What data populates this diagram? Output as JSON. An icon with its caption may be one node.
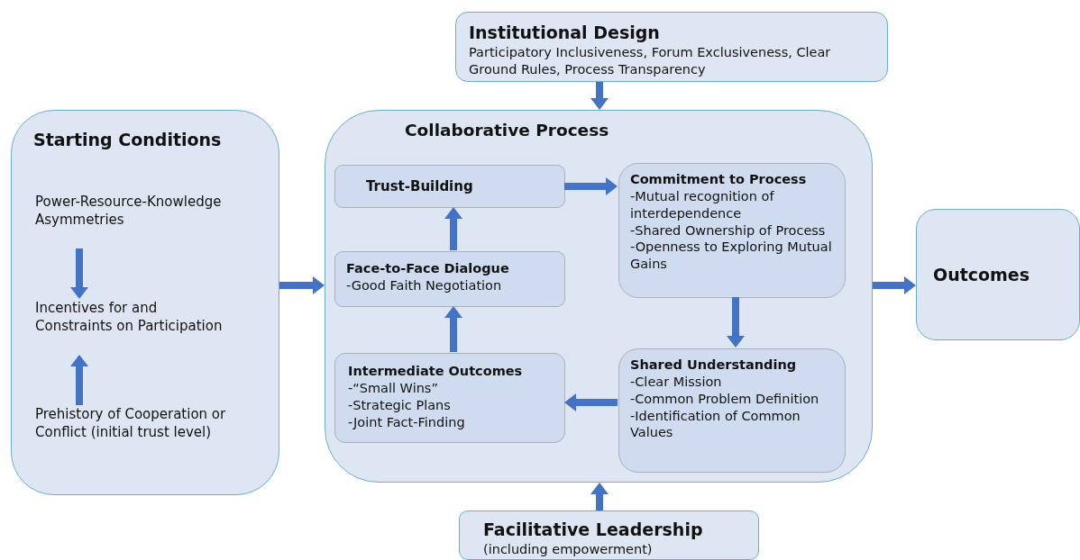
{
  "diagram": {
    "nodes": [
      {
        "text": [
          "Institutional Design",
          "Participatory Inclusiveness, Forum Exclusiveness, Clear Ground Rules, Process Transparency"
        ]
      },
      {
        "text": [
          "Starting Conditions"
        ]
      },
      {
        "text": [
          "Power-Resource-Knowledge Asymmetries"
        ],
        "in": 1
      },
      {
        "text": [
          "Incentives for and Constraints on Participation"
        ],
        "in": 1
      },
      {
        "text": [
          "Prehistory of Cooperation or Conflict (initial trust level)"
        ],
        "in": 1
      },
      {
        "text": [
          "Collaborative Process"
        ]
      },
      {
        "text": [
          "Trust-Building"
        ],
        "in": 5
      },
      {
        "text": [
          "Commitment to Process",
          "-Mutual recognition of interdependence",
          "-Shared Ownership of Process",
          "-Openness to Exploring Mutual Gains"
        ],
        "in": 5
      },
      {
        "text": [
          "Face-to-Face Dialogue",
          "-Good Faith Negotiation"
        ],
        "in": 5
      },
      {
        "text": [
          "Intermediate Outcomes",
          "-“Small Wins”",
          "-Strategic Plans",
          "-Joint Fact-Finding"
        ],
        "in": 5
      },
      {
        "text": [
          "Shared Understanding",
          "-Clear Mission",
          "-Common Problem Definition",
          "-Identification of Common Values"
        ],
        "in": 5
      },
      {
        "text": [
          "Outcomes"
        ]
      },
      {
        "text": [
          "Facilitative Leadership",
          "(including empowerment)"
        ]
      }
    ],
    "edges": [
      {
        "from": 0,
        "to": 5,
        "arrow": "to"
      },
      {
        "from": 2,
        "to": 3,
        "arrow": "to"
      },
      {
        "from": 4,
        "to": 3,
        "arrow": "to"
      },
      {
        "from": 1,
        "to": 5,
        "arrow": "to"
      },
      {
        "from": 6,
        "to": 7,
        "arrow": "to"
      },
      {
        "from": 7,
        "to": 10,
        "arrow": "to"
      },
      {
        "from": 10,
        "to": 9,
        "arrow": "to"
      },
      {
        "from": 9,
        "to": 8,
        "arrow": "to"
      },
      {
        "from": 8,
        "to": 6,
        "arrow": "to"
      },
      {
        "from": 5,
        "to": 11,
        "arrow": "to"
      },
      {
        "from": 12,
        "to": 5,
        "arrow": "to"
      }
    ]
  }
}
